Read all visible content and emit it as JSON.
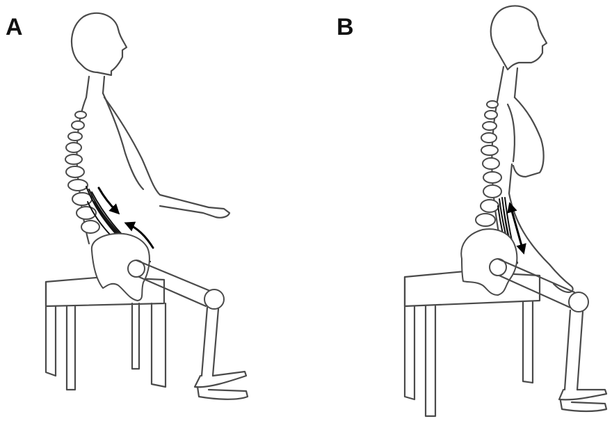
{
  "panels": [
    {
      "label": "A",
      "posture": "slumped-sitting",
      "arrows": "opposing-along-psoas"
    },
    {
      "label": "B",
      "posture": "upright-sitting",
      "arrows": "double-headed-along-psoas"
    }
  ],
  "colors": {
    "outline": "#4a4a4a",
    "muscle": "#111111",
    "arrow": "#000000",
    "background": "#ffffff"
  }
}
